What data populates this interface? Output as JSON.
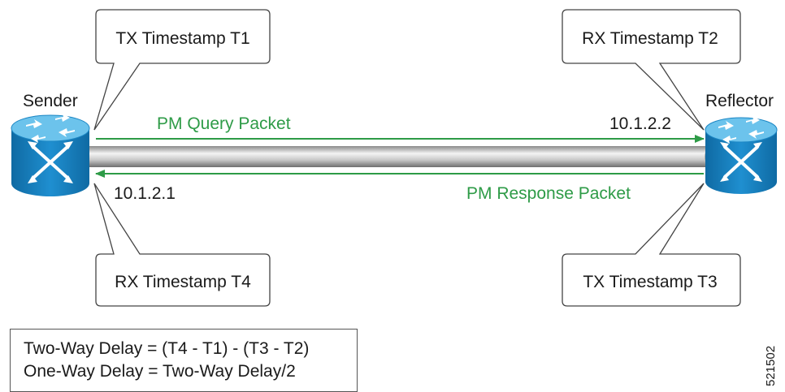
{
  "nodes": {
    "sender": "Sender",
    "reflector": "Reflector"
  },
  "callouts": {
    "tx_t1": "TX Timestamp T1",
    "rx_t2": "RX Timestamp T2",
    "tx_t3": "TX Timestamp T3",
    "rx_t4": "RX Timestamp T4"
  },
  "packets": {
    "query": "PM Query Packet",
    "response": "PM Response Packet"
  },
  "addresses": {
    "sender_ip": "10.1.2.1",
    "reflector_ip": "10.1.2.2"
  },
  "formulas": {
    "two_way": "Two-Way Delay = (T4 - T1) - (T3 - T2)",
    "one_way": "One-Way Delay = Two-Way Delay/2"
  },
  "figure_id": "521502",
  "colors": {
    "packet_arrow": "#2e9b47",
    "router_body": "#1b86c4",
    "router_top": "#6cc3ec",
    "callout_border": "#444444"
  }
}
